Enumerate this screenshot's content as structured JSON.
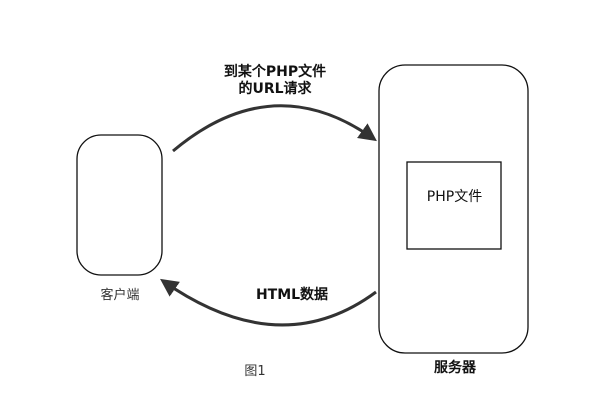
{
  "diagram": {
    "nodes": {
      "client": {
        "label": "客户端"
      },
      "server": {
        "label": "服务器"
      },
      "php_file": {
        "label": "PHP文件"
      }
    },
    "edges": {
      "request": {
        "from": "client",
        "to": "server",
        "label_line1": "到某个PHP文件",
        "label_line2": "的URL请求"
      },
      "response": {
        "from": "server",
        "to": "client",
        "label": "HTML数据"
      }
    },
    "caption": "图1"
  },
  "colors": {
    "stroke": "#111111",
    "background": "#ffffff",
    "text": "#111111"
  }
}
